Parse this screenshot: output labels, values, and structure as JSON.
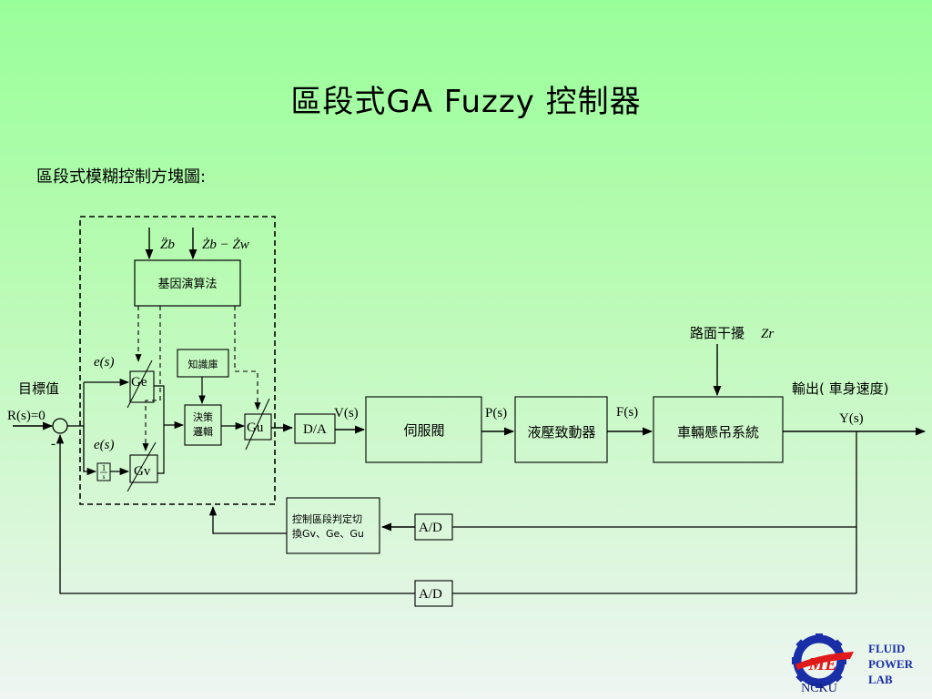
{
  "slide": {
    "title": "區段式GA Fuzzy 控制器",
    "subtitle": "區段式模糊控制方塊圖:"
  },
  "diagram": {
    "inputs": {
      "zb_dd": "Z̈b",
      "zb_minus_zw": "Żb − Żw"
    },
    "ga_block": "基因演算法",
    "knowledge_block": "知識庫",
    "decision_block_line1": "決策",
    "decision_block_line2": "邏輯",
    "ge_block": "Ge",
    "gv_block": "Gv",
    "gu_block": "Gu",
    "integrator_num": "1",
    "integrator_den": "s",
    "e_top": "e(s)",
    "e_bottom": "e(s)",
    "setpoint_label": "目標值",
    "reference_label": "R(s)=0",
    "da_block": "D/A",
    "v_signal": "V(s)",
    "servo_valve": "伺服閥",
    "p_signal": "P(s)",
    "hydraulic_actuator": "液壓致動器",
    "f_signal": "F(s)",
    "suspension_system": "車輛懸吊系統",
    "disturbance_label": "路面干擾",
    "disturbance_symbol": "Zr",
    "output_label": "輸出( 車身速度)",
    "output_signal": "Y(s)",
    "zone_switch_line1": "控制區段判定切",
    "zone_switch_line2": "換Gv、Ge、Gu",
    "ad_top": "A/D",
    "ad_bottom": "A/D",
    "minus_sign": "-"
  },
  "logo": {
    "center_text": "ME",
    "bottom_text": "NCKU",
    "lab_line1": "FLUID",
    "lab_line2": "POWER",
    "lab_line3": "LAB",
    "gear_color": "#1a2ea8",
    "accent_color": "#e01a1a"
  }
}
